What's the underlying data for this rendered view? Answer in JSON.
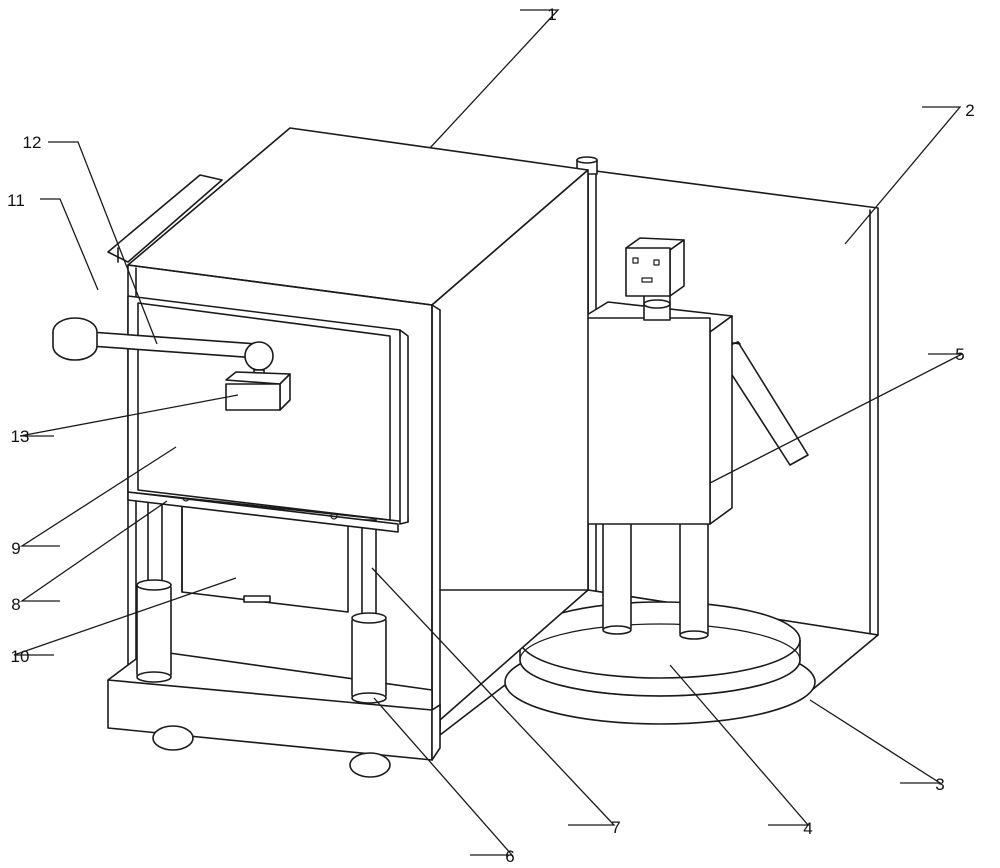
{
  "callouts": [
    {
      "id": "1",
      "text": "1"
    },
    {
      "id": "2",
      "text": "2"
    },
    {
      "id": "3",
      "text": "3"
    },
    {
      "id": "4",
      "text": "4"
    },
    {
      "id": "5",
      "text": "5"
    },
    {
      "id": "6",
      "text": "6"
    },
    {
      "id": "7",
      "text": "7"
    },
    {
      "id": "8",
      "text": "8"
    },
    {
      "id": "9",
      "text": "9"
    },
    {
      "id": "10",
      "text": "10"
    },
    {
      "id": "11",
      "text": "11"
    },
    {
      "id": "12",
      "text": "12"
    },
    {
      "id": "13",
      "text": "13"
    }
  ],
  "colors": {
    "ink": "#1a1a1a",
    "paper": "#ffffff"
  }
}
